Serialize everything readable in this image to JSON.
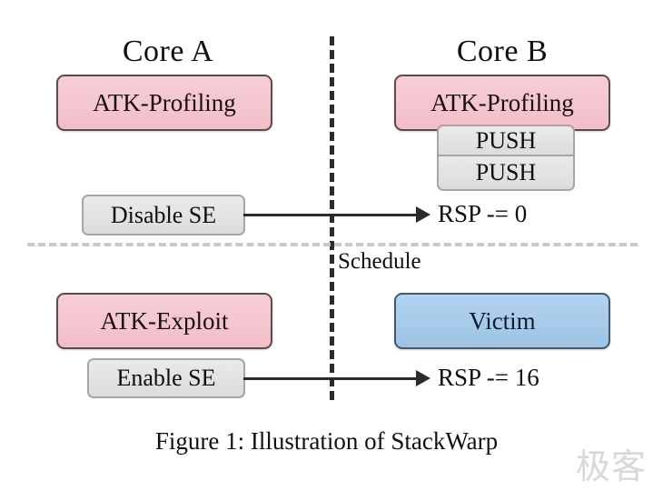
{
  "figure": {
    "caption": "Figure 1: Illustration of StackWarp",
    "watermark": "极客",
    "colors": {
      "pink_fill": "#f4c7cf",
      "pink_border": "#5c4a4e",
      "gray_fill": "#e3e3e3",
      "gray_border": "#a6a6a6",
      "blue_fill": "#a8cbe8",
      "blue_border": "#41586d",
      "line": "#2b2b2b",
      "dashed_gray": "#c9c9c9",
      "background": "#ffffff"
    }
  },
  "headings": {
    "core_a": "Core A",
    "core_b": "Core B"
  },
  "divider": {
    "schedule_label": "Schedule"
  },
  "top_row": {
    "core_a": {
      "task_box": "ATK-Profiling",
      "action_box": "Disable SE"
    },
    "core_b": {
      "task_box": "ATK-Profiling",
      "stack_ops": [
        "PUSH",
        "PUSH"
      ],
      "rsp_result": "RSP -= 0"
    }
  },
  "bottom_row": {
    "core_a": {
      "task_box": "ATK-Exploit",
      "action_box": "Enable SE"
    },
    "core_b": {
      "task_box": "Victim",
      "rsp_result": "RSP -= 16"
    }
  }
}
